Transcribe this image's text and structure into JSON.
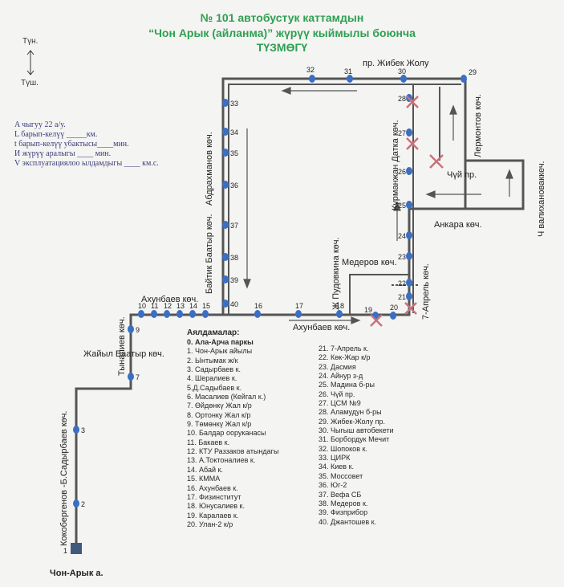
{
  "title": {
    "line1": "№ 101  автобустук каттамдын",
    "line2": "“Чон Арык (айланма)” жүрүү кыймылы боюнча",
    "line3": "ТҮЗМӨГҮ"
  },
  "compass": {
    "north": "Түн.",
    "south": "Түш."
  },
  "params": {
    "a": "A чыгуу   22   а/у.",
    "l": "L барып-келүү  _____км.",
    "t": "t барып-келүү убактысы____мин.",
    "i": "И жүрүү аралыгы ____     мин.",
    "v": "V эксплуатациялоо ылдамдыгы ____ км.с."
  },
  "streets": {
    "zhibek_zholu": "пр. Жибек Жолу",
    "lermontov": "Лермонтов көч.",
    "valikhanov": "Ч валихановаккеч.",
    "chui": "Чүй пр.",
    "ankara": "Анкара көч.",
    "kurmanzhan": "Курманжан Датка көч.",
    "abdrakhmanov": "Абдрахманов көч.",
    "baitik": "Байтик Баатыр көч.",
    "pudovkin": "Ж Пудовкина көч.",
    "mederov": "Медеров көч.",
    "aprel": "7-Апрель көч.",
    "akhunbaev_top": "Ахунбаев көч.",
    "akhunbaev_bottom": "Ахунбаев көч.",
    "tynaliev": "Тыналиев көч.",
    "zhaiyl": "Жайыл Баатыр көч.",
    "kokombergenov": "Кокобергенов -Б.Садырбаев көч.",
    "chon_aryk": "Чон-Арык а."
  },
  "legend": {
    "title": "Аялдамалар:",
    "col1": [
      "0. Ала-Арча паркы",
      "1. Чон-Арык айылы",
      "2. Ынтымак ж/к",
      "3. Садырбаев к.",
      "4. Шералиев к.",
      "5.Д.Садыбаев к.",
      "6. Масалиев (Кейгал к.)",
      "7. Өйдөнкү Жал к/р",
      "8. Ортонку Жал к/р",
      "9. Төмөнкү Жал к/р",
      "10. Балдар ооруканасы",
      "11. Бакаев к.",
      "12. КТУ Раззаков атындагы",
      "13. А.Токтоналиев к.",
      "14. Абай к.",
      "15. КММА",
      "16. Ахунбаев к.",
      "17. Физинститут",
      "18. Юнусалиев к.",
      "19. Каралаев к.",
      "20. Улан-2 к/р"
    ],
    "col2": [
      "21. 7-Апрель к.",
      "22. Көк-Жар к/р",
      "23. Дасмия",
      "24. Айнур з-д",
      "25. Мадина б-ры",
      "26. Чүй пр.",
      "27. ЦСМ №9",
      "28. Аламудун б-ры",
      "29. Жибек-Жолу пр.",
      "30. Чыгыш автобекети",
      "31. Борбордук Мечит",
      "32. Шопоков к.",
      "33. ЦИРК",
      "34. Киев к.",
      "35. Моссовет",
      "36. Юг-2",
      "37. Вефа СБ",
      "38. Медеров к.",
      "39. Физприбор",
      "40. Джантошев к."
    ]
  },
  "stops": [
    {
      "n": "1"
    },
    {
      "n": "2"
    },
    {
      "n": "3"
    },
    {
      "n": "7"
    },
    {
      "n": "9"
    },
    {
      "n": "10"
    },
    {
      "n": "11"
    },
    {
      "n": "12"
    },
    {
      "n": "13"
    },
    {
      "n": "14"
    },
    {
      "n": "15"
    },
    {
      "n": "16"
    },
    {
      "n": "17"
    },
    {
      "n": "18"
    },
    {
      "n": "19"
    },
    {
      "n": "20"
    },
    {
      "n": "21"
    },
    {
      "n": "22"
    },
    {
      "n": "23"
    },
    {
      "n": "24"
    },
    {
      "n": "25"
    },
    {
      "n": "26"
    },
    {
      "n": "27"
    },
    {
      "n": "28"
    },
    {
      "n": "29"
    },
    {
      "n": "30"
    },
    {
      "n": "31"
    },
    {
      "n": "32"
    },
    {
      "n": "33"
    },
    {
      "n": "34"
    },
    {
      "n": "35"
    },
    {
      "n": "36"
    },
    {
      "n": "37"
    },
    {
      "n": "38"
    },
    {
      "n": "39"
    },
    {
      "n": "40"
    }
  ],
  "colors": {
    "title": "#2f9f52",
    "route": "#555555",
    "stop": "#3a6fc4",
    "cross": "#c9727c"
  }
}
